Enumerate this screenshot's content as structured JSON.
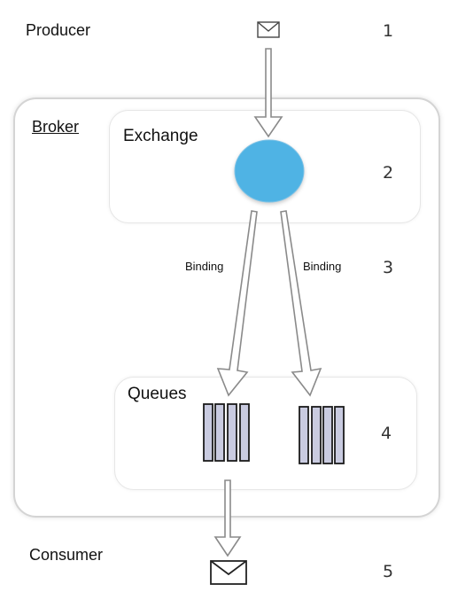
{
  "labels": {
    "producer": "Producer",
    "broker": "Broker",
    "exchange": "Exchange",
    "binding_left": "Binding",
    "binding_right": "Binding",
    "queues": "Queues",
    "consumer": "Consumer"
  },
  "steps": [
    "1",
    "2",
    "3",
    "4",
    "5"
  ],
  "icons": {
    "producer_message": "envelope-icon",
    "consumer_message": "envelope-icon"
  },
  "colors": {
    "exchange_fill": "#4fb3e4",
    "queue_fill": "#c9cbe0",
    "arrow_stroke": "#8a8a8a"
  }
}
